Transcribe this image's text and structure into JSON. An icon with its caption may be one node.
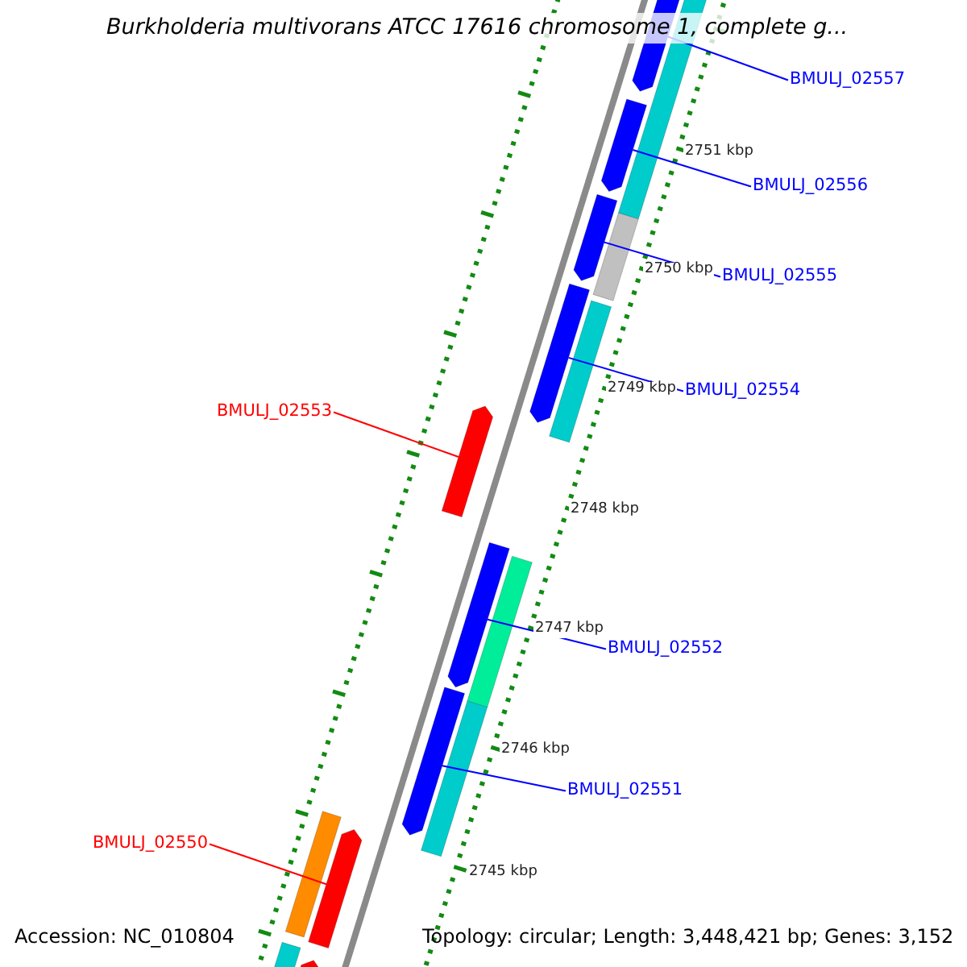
{
  "diagram": {
    "title": "Burkholderia multivorans ATCC 17616 chromosome 1, complete g...",
    "nodes": [
      {
        "text": [
          "BMULJ_02557"
        ]
      },
      {
        "text": [],
        "shape": "arrow"
      },
      {
        "text": [
          "BMULJ_02556"
        ]
      },
      {
        "text": [],
        "shape": "arrow"
      },
      {
        "text": [
          "BMULJ_02555"
        ]
      },
      {
        "text": [],
        "shape": "arrow"
      },
      {
        "text": [
          "BMULJ_02554"
        ]
      },
      {
        "text": [],
        "shape": "arrow"
      },
      {
        "text": [
          "BMULJ_02553"
        ]
      },
      {
        "text": [],
        "shape": "arrow"
      },
      {
        "text": [
          "BMULJ_02552"
        ]
      },
      {
        "text": [],
        "shape": "arrow"
      },
      {
        "text": [
          "BMULJ_02551"
        ]
      },
      {
        "text": [],
        "shape": "arrow"
      },
      {
        "text": [
          "BMULJ_02550"
        ]
      },
      {
        "text": [],
        "shape": "arrow"
      },
      {
        "text": [],
        "shape": "bar"
      },
      {
        "text": [],
        "shape": "bar"
      },
      {
        "text": [],
        "shape": "bar"
      },
      {
        "text": [],
        "shape": "bar"
      },
      {
        "text": [],
        "shape": "bar"
      },
      {
        "text": [],
        "shape": "bar"
      },
      {
        "text": [],
        "shape": "bar"
      },
      {
        "text": [],
        "shape": "arrow"
      }
    ],
    "edges": [
      {
        "from": 0,
        "to": 1,
        "arrow": "none"
      },
      {
        "from": 2,
        "to": 3,
        "arrow": "none"
      },
      {
        "from": 4,
        "to": 5,
        "arrow": "none"
      },
      {
        "from": 6,
        "to": 7,
        "arrow": "none"
      },
      {
        "from": 8,
        "to": 9,
        "arrow": "none",
        "color": "#ff0000"
      },
      {
        "from": 10,
        "to": 11,
        "arrow": "none"
      },
      {
        "from": 12,
        "to": 13,
        "arrow": "none"
      },
      {
        "from": 14,
        "to": 15,
        "arrow": "none",
        "color": "#ff0000"
      }
    ],
    "labels": [
      "2751 kbp",
      "2750 kbp",
      "2749 kbp",
      "2748 kbp",
      "2747 kbp",
      "2746 kbp",
      "2745 kbp",
      "Accession: NC_010804",
      "Topology: circular; Length: 3,448,421 bp; Genes: 3,152"
    ]
  }
}
